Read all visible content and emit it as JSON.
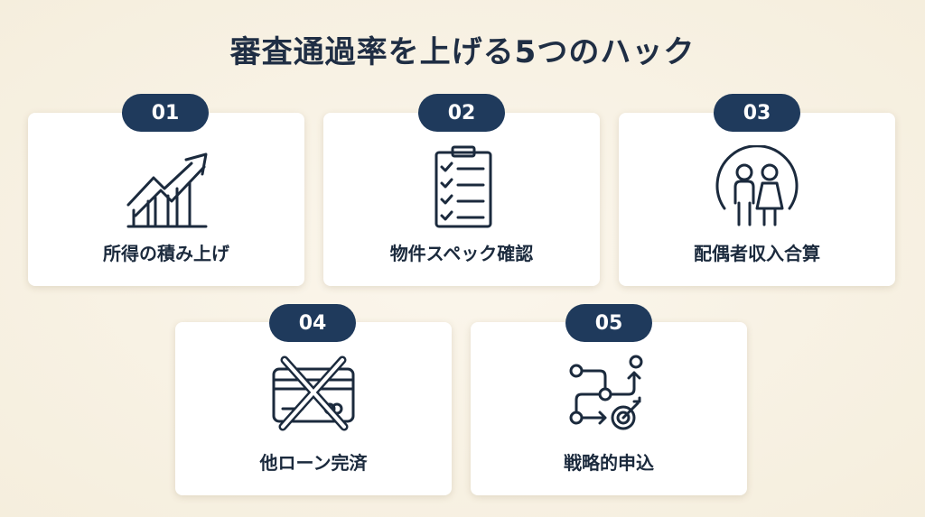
{
  "title": "審査通過率を上げる5つのハック",
  "colors": {
    "badge": "#1f3a5c",
    "background": "#f7f0e1",
    "text": "#1b2a3d"
  },
  "hacks": [
    {
      "number": "01",
      "label": "所得の積み上げ",
      "icon": "rising-chart-icon"
    },
    {
      "number": "02",
      "label": "物件スペック確認",
      "icon": "checklist-clipboard-icon"
    },
    {
      "number": "03",
      "label": "配偶者収入合算",
      "icon": "couple-icon"
    },
    {
      "number": "04",
      "label": "他ローン完済",
      "icon": "crossed-card-icon"
    },
    {
      "number": "05",
      "label": "戦略的申込",
      "icon": "strategy-path-target-icon"
    }
  ]
}
